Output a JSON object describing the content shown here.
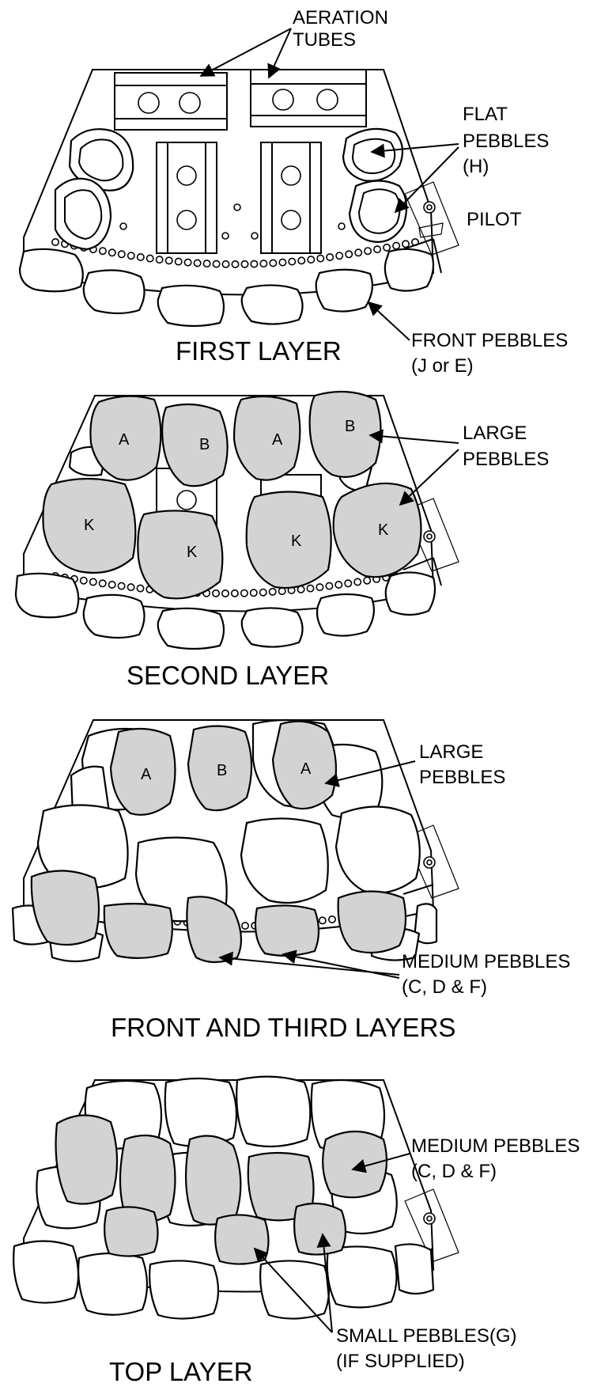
{
  "panels": [
    {
      "title": "FIRST LAYER",
      "callouts": {
        "aeration_line1": "AERATION",
        "aeration_line2": "TUBES",
        "flat_line1": "FLAT",
        "flat_line2": "PEBBLES",
        "flat_line3": "(H)",
        "pilot": "PILOT",
        "front_line1": "FRONT PEBBLES",
        "front_line2": "(J or E)"
      }
    },
    {
      "title": "SECOND LAYER",
      "callouts": {
        "large_line1": "LARGE",
        "large_line2": "PEBBLES"
      },
      "pebble_labels": [
        "A",
        "B",
        "A",
        "B",
        "K",
        "K",
        "K",
        "K"
      ]
    },
    {
      "title": "FRONT AND THIRD LAYERS",
      "callouts": {
        "large_line1": "LARGE",
        "large_line2": "PEBBLES",
        "medium_line1": "MEDIUM PEBBLES",
        "medium_line2": "(C, D & F)"
      },
      "pebble_labels": [
        "A",
        "B",
        "A"
      ]
    },
    {
      "title": "TOP LAYER",
      "callouts": {
        "medium_line1": "MEDIUM PEBBLES",
        "medium_line2": "(C, D & F)",
        "small_line1": "SMALL PEBBLES(G)",
        "small_line2": "(IF SUPPLIED)"
      }
    }
  ],
  "colors": {
    "pebble_highlight": "#d3d3d3",
    "pebble_plain": "#ffffff",
    "outline": "#000000"
  }
}
